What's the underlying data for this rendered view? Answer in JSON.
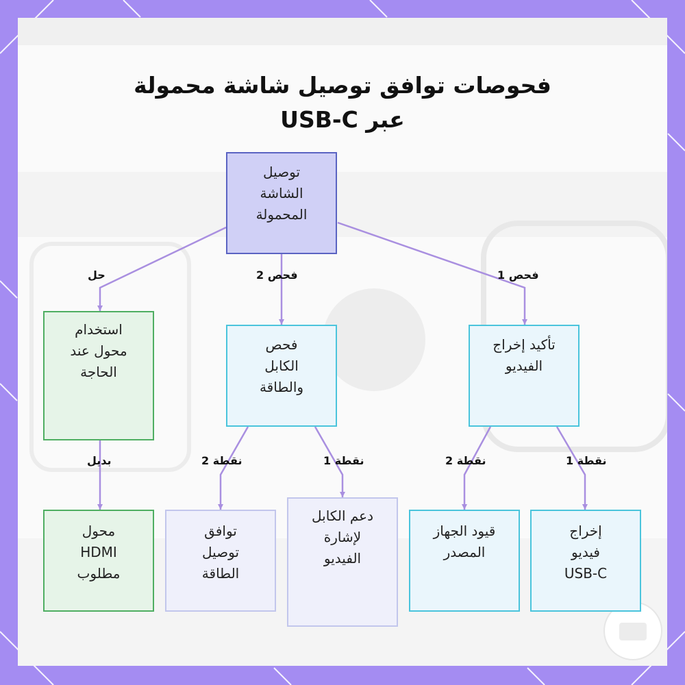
{
  "title": {
    "line1": "فحوصات توافق توصيل شاشة محمولة",
    "line2": "عبر USB-C"
  },
  "colors": {
    "frame": "#a48cf2",
    "root": "#5a63c2",
    "check": "#4ac4dc",
    "solution": "#4fae62",
    "point": "#c2c6ec",
    "connector": "#a98fe0"
  },
  "nodes": {
    "root": {
      "lines": [
        "توصيل",
        "الشاشة",
        "المحمولة"
      ]
    },
    "video": {
      "lines": [
        "تأكيد إخراج",
        "الفيديو"
      ]
    },
    "cable": {
      "lines": [
        "فحص",
        "الكابل",
        "والطاقة"
      ]
    },
    "adapter": {
      "lines": [
        "استخدام",
        "محول عند",
        "الحاجة"
      ]
    },
    "usbc_out": {
      "lines": [
        "إخراج",
        "فيديو",
        "USB-C"
      ]
    },
    "source_limits": {
      "lines": [
        "قيود الجهاز",
        "المصدر"
      ]
    },
    "cable_support": {
      "lines": [
        "دعم الكابل",
        "لإشارة",
        "الفيديو"
      ]
    },
    "power": {
      "lines": [
        "توافق",
        "توصيل",
        "الطاقة"
      ]
    },
    "hdmi": {
      "lines": [
        "محول",
        "HDMI",
        "مطلوب"
      ]
    }
  },
  "edges": {
    "check1": "فحص 1",
    "check2": "فحص 2",
    "solution": "حل",
    "video_p1": "نقطة 1",
    "video_p2": "نقطة 2",
    "cable_p1": "نقطة 1",
    "cable_p2": "نقطة 2",
    "alternative": "بديل"
  }
}
